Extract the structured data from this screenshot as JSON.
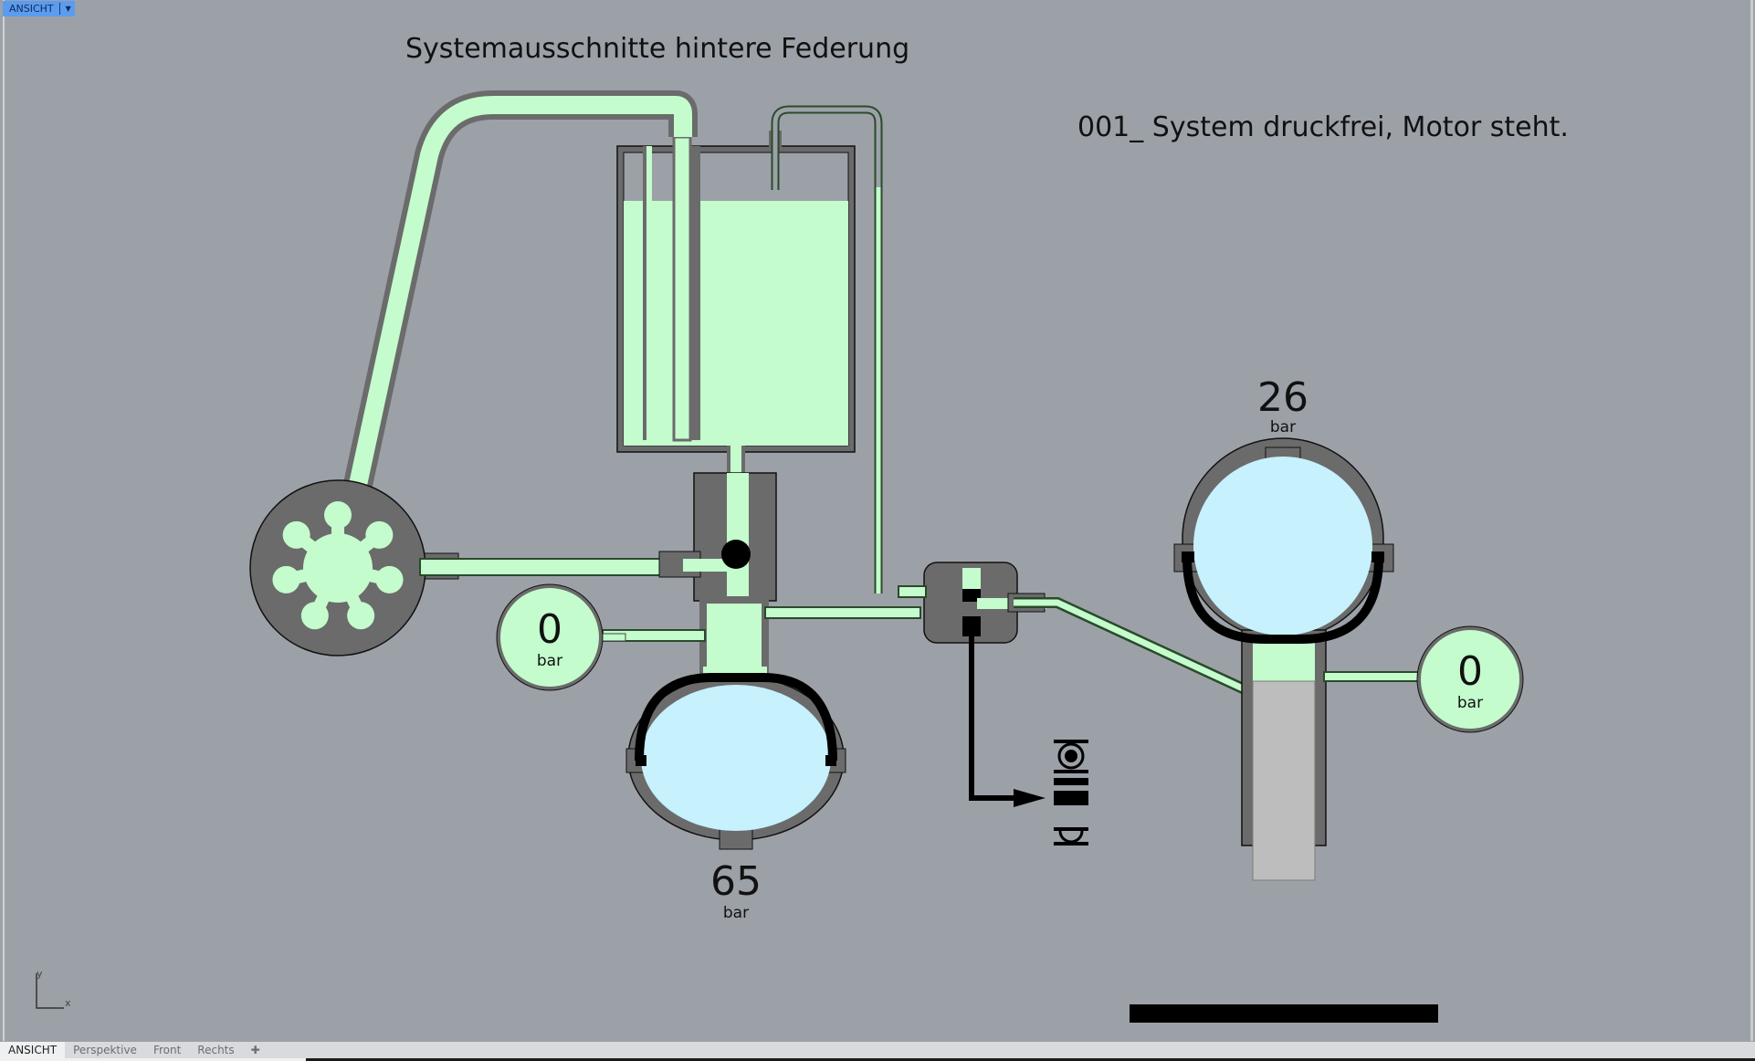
{
  "viewport": {
    "active_view_label": "ANSICHT",
    "tabs": [
      {
        "label": "ANSICHT",
        "active": true
      },
      {
        "label": "Perspektive",
        "active": false
      },
      {
        "label": "Front",
        "active": false
      },
      {
        "label": "Rechts",
        "active": false
      }
    ],
    "add_tab_icon": "plus-icon",
    "axis_labels": {
      "x": "x",
      "y": "y"
    }
  },
  "diagram": {
    "title": "Systemausschnitte hintere Federung",
    "state_caption": "001_ System druckfrei, Motor steht.",
    "colors": {
      "background": "#9ca1a8",
      "fluid": "#c4fccd",
      "gas": "#c6f1fd",
      "housing": "#6b6b6b",
      "outline": "#2a4a2a",
      "piston": "#bdbdbd",
      "ink": "#000000"
    },
    "gauges": [
      {
        "id": "pump-gauge",
        "value": "0",
        "unit": "bar"
      },
      {
        "id": "strut-gauge",
        "value": "0",
        "unit": "bar"
      }
    ],
    "accumulators": [
      {
        "id": "main-accumulator",
        "pressure": "65",
        "unit": "bar"
      },
      {
        "id": "strut-sphere",
        "pressure": "26",
        "unit": "bar"
      }
    ],
    "components": [
      "reservoir",
      "radial-pump",
      "pressure-regulator-valve",
      "height-corrector-valve",
      "suspension-strut"
    ],
    "height_selector_icons": [
      "high-position-icon",
      "normal-position-icon",
      "low-position-icon"
    ]
  }
}
